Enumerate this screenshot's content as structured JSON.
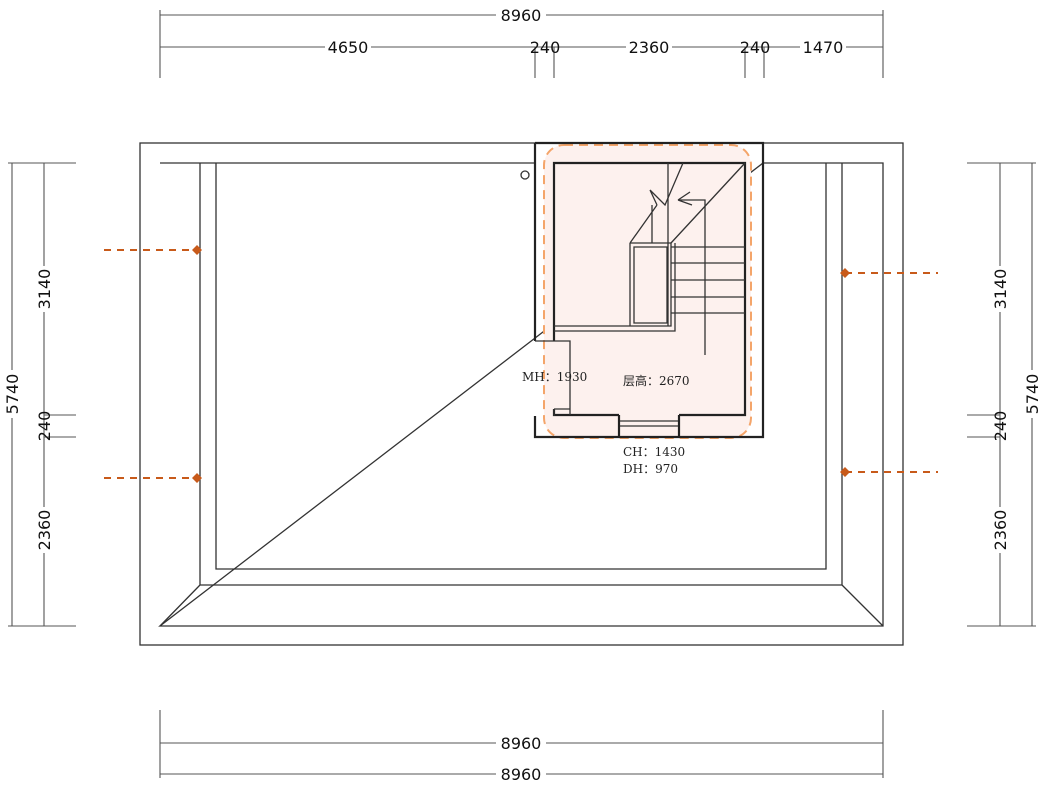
{
  "dimensions": {
    "top_total": "8960",
    "top_segments": [
      "4650",
      "240",
      "2360",
      "240",
      "1470"
    ],
    "bottom_total_1": "8960",
    "bottom_total_2": "8960",
    "left_total": "5740",
    "left_segments": [
      "3140",
      "240",
      "2360"
    ],
    "right_total": "5740",
    "right_segments": [
      "3140",
      "240",
      "2360"
    ]
  },
  "stair_room": {
    "floor_height": "层高：2670",
    "door_height": "MH：1930",
    "window_height": "CH：1430",
    "sill_height": "DH：970"
  },
  "colors": {
    "highlight": "#f4a56a",
    "highlight_fill": "#fdf1ee",
    "marker": "#c85a1a"
  }
}
